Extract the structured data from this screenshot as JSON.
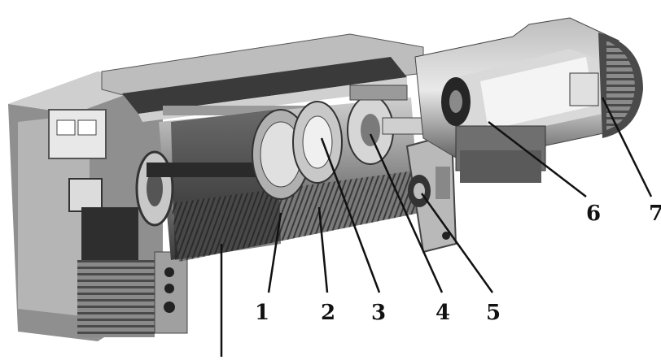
{
  "figure": {
    "colors": {
      "metal_light": "#d9d9d9",
      "metal_mid": "#a6a6a6",
      "metal_dark": "#595959",
      "shadow": "#262626",
      "background": "#ffffff"
    },
    "callouts": [
      {
        "id": "1",
        "label": "1"
      },
      {
        "id": "2",
        "label": "2"
      },
      {
        "id": "3",
        "label": "3"
      },
      {
        "id": "4",
        "label": "4"
      },
      {
        "id": "5",
        "label": "5"
      },
      {
        "id": "6",
        "label": "6"
      },
      {
        "id": "7",
        "label": "7"
      }
    ]
  }
}
